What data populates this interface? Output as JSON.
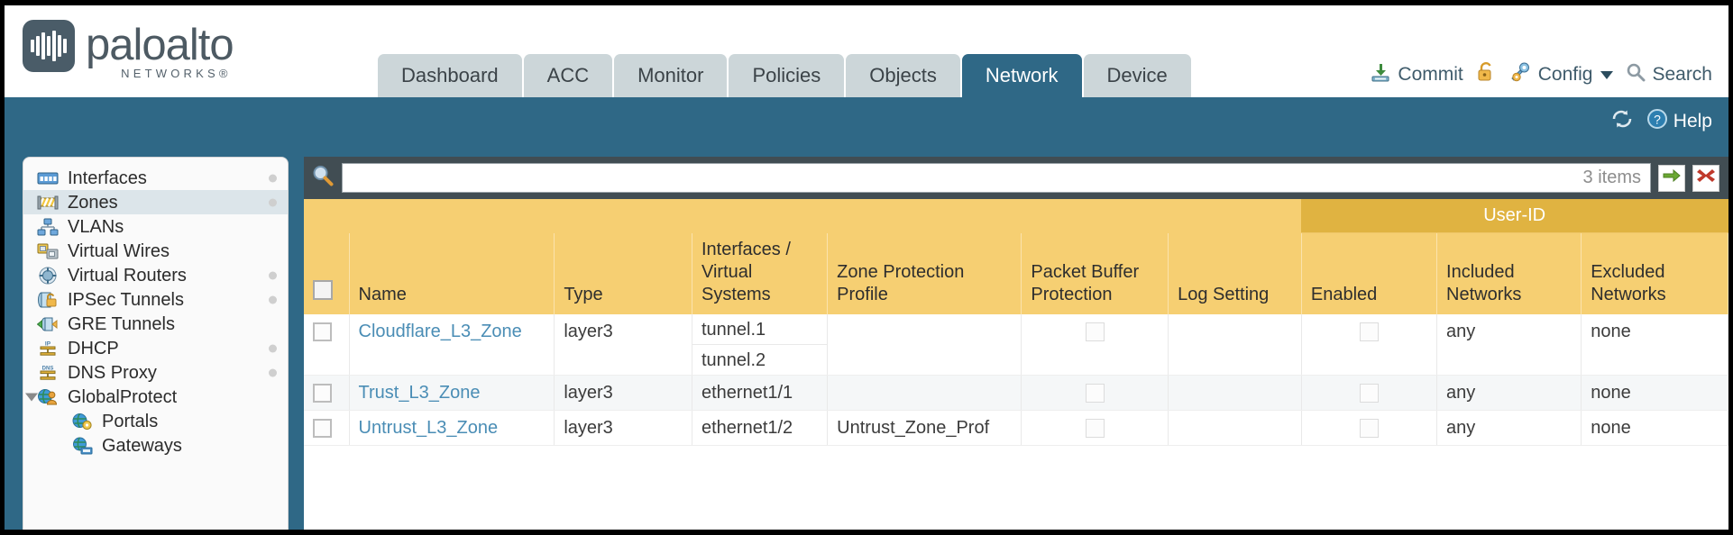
{
  "brand": {
    "name": "paloalto",
    "tagline": "NETWORKS",
    "registered": "®"
  },
  "nav": {
    "tabs": [
      {
        "label": "Dashboard",
        "active": false
      },
      {
        "label": "ACC",
        "active": false
      },
      {
        "label": "Monitor",
        "active": false
      },
      {
        "label": "Policies",
        "active": false
      },
      {
        "label": "Objects",
        "active": false
      },
      {
        "label": "Network",
        "active": true
      },
      {
        "label": "Device",
        "active": false
      }
    ]
  },
  "top_actions": {
    "commit": {
      "label": "Commit",
      "icon": "commit-icon"
    },
    "lock": {
      "label": "",
      "icon": "padlock-icon"
    },
    "config": {
      "label": "Config",
      "icon": "config-wrench-icon",
      "has_dropdown": true
    },
    "search": {
      "label": "Search",
      "icon": "search-icon"
    }
  },
  "band": {
    "refresh": {
      "icon": "refresh-icon"
    },
    "help": {
      "label": "Help",
      "icon": "help-icon"
    }
  },
  "sidebar": {
    "items": [
      {
        "label": "Interfaces",
        "icon": "interfaces-icon",
        "selected": false,
        "has_dot": true,
        "child": false,
        "expander": false
      },
      {
        "label": "Zones",
        "icon": "zones-icon",
        "selected": true,
        "has_dot": true,
        "child": false,
        "expander": false
      },
      {
        "label": "VLANs",
        "icon": "vlans-icon",
        "selected": false,
        "has_dot": false,
        "child": false,
        "expander": false
      },
      {
        "label": "Virtual Wires",
        "icon": "virtual-wires-icon",
        "selected": false,
        "has_dot": false,
        "child": false,
        "expander": false
      },
      {
        "label": "Virtual Routers",
        "icon": "virtual-routers-icon",
        "selected": false,
        "has_dot": true,
        "child": false,
        "expander": false
      },
      {
        "label": "IPSec Tunnels",
        "icon": "ipsec-tunnels-icon",
        "selected": false,
        "has_dot": true,
        "child": false,
        "expander": false
      },
      {
        "label": "GRE Tunnels",
        "icon": "gre-tunnels-icon",
        "selected": false,
        "has_dot": false,
        "child": false,
        "expander": false
      },
      {
        "label": "DHCP",
        "icon": "dhcp-icon",
        "selected": false,
        "has_dot": true,
        "child": false,
        "expander": false
      },
      {
        "label": "DNS Proxy",
        "icon": "dns-proxy-icon",
        "selected": false,
        "has_dot": true,
        "child": false,
        "expander": false
      },
      {
        "label": "GlobalProtect",
        "icon": "globalprotect-icon",
        "selected": false,
        "has_dot": false,
        "child": false,
        "expander": true
      },
      {
        "label": "Portals",
        "icon": "portals-icon",
        "selected": false,
        "has_dot": false,
        "child": true,
        "expander": false
      },
      {
        "label": "Gateways",
        "icon": "gateways-icon",
        "selected": false,
        "has_dot": false,
        "child": true,
        "expander": false
      }
    ]
  },
  "filter": {
    "value": "",
    "placeholder": "",
    "item_count": "3 items",
    "apply_icon": "green-arrow-icon",
    "clear_icon": "red-x-icon",
    "search_icon": "magnifier-icon"
  },
  "table": {
    "group_header": "User-ID",
    "columns": [
      "Name",
      "Type",
      "Interfaces / Virtual Systems",
      "Zone Protection Profile",
      "Packet Buffer Protection",
      "Log Setting",
      "Enabled",
      "Included Networks",
      "Excluded Networks"
    ],
    "rows": [
      {
        "name": "Cloudflare_L3_Zone",
        "type": "layer3",
        "interfaces": [
          "tunnel.1",
          "tunnel.2"
        ],
        "zone_protection_profile": "",
        "packet_buffer_protection": false,
        "log_setting": "",
        "userid_enabled": false,
        "included_networks": "any",
        "excluded_networks": "none"
      },
      {
        "name": "Trust_L3_Zone",
        "type": "layer3",
        "interfaces": [
          "ethernet1/1"
        ],
        "zone_protection_profile": "",
        "packet_buffer_protection": false,
        "log_setting": "",
        "userid_enabled": false,
        "included_networks": "any",
        "excluded_networks": "none"
      },
      {
        "name": "Untrust_L3_Zone",
        "type": "layer3",
        "interfaces": [
          "ethernet1/2"
        ],
        "zone_protection_profile": "Untrust_Zone_Prof",
        "packet_buffer_protection": false,
        "log_setting": "",
        "userid_enabled": false,
        "included_networks": "any",
        "excluded_networks": "none"
      }
    ]
  },
  "colors": {
    "brand_blue": "#2f6886",
    "tab_inactive": "#ccd6d9",
    "table_header": "#f6cf72",
    "group_header": "#e0b341",
    "link": "#4a8db5",
    "panel_dark": "#414d53"
  }
}
